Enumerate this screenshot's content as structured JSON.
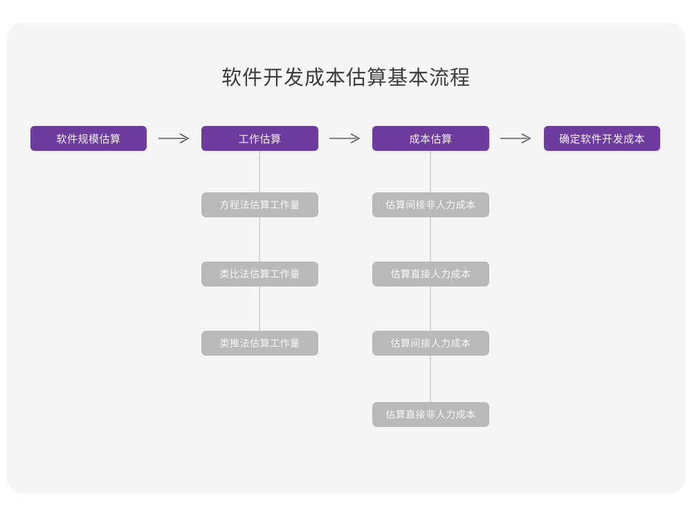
{
  "page": {
    "title": "软件开发成本估算基本流程",
    "background_color": "#ffffff",
    "canvas_color": "#f5f5f5"
  },
  "colors": {
    "primary_node": "#6d3c9e",
    "primary_text": "#f2eef7",
    "secondary_node": "#b9b9b9",
    "secondary_text": "#f7f7f7",
    "connector": "#d6d6d6",
    "arrow": "#5a5a5a",
    "title_text": "#3d3d3d"
  },
  "flow": {
    "main_steps": [
      {
        "id": "scale",
        "label": "软件规模估算"
      },
      {
        "id": "effort",
        "label": "工作估算"
      },
      {
        "id": "cost",
        "label": "成本估算"
      },
      {
        "id": "final",
        "label": "确定软件开发成本"
      }
    ],
    "arrows": [
      {
        "id": "arrow-1",
        "glyph": "→",
        "from": "软件规模估算",
        "to": "工作估算"
      },
      {
        "id": "arrow-2",
        "glyph": "→",
        "from": "工作估算",
        "to": "成本估算"
      },
      {
        "id": "arrow-3",
        "glyph": "→",
        "from": "成本估算",
        "to": "确定软件开发成本"
      }
    ],
    "branches": [
      {
        "parent": "工作估算",
        "children": [
          {
            "id": "equation",
            "label": "方程法估算工作量"
          },
          {
            "id": "analogy",
            "label": "类比法估算工作量"
          },
          {
            "id": "inference",
            "label": "类推法估算工作量"
          }
        ]
      },
      {
        "parent": "成本估算",
        "children": [
          {
            "id": "indirect-nonlabor",
            "label": "估算间接非人力成本"
          },
          {
            "id": "direct-labor",
            "label": "估算直接人力成本"
          },
          {
            "id": "indirect-labor",
            "label": "估算间接人力成本"
          },
          {
            "id": "direct-nonlabor",
            "label": "估算直接非人力成本"
          }
        ]
      }
    ]
  }
}
